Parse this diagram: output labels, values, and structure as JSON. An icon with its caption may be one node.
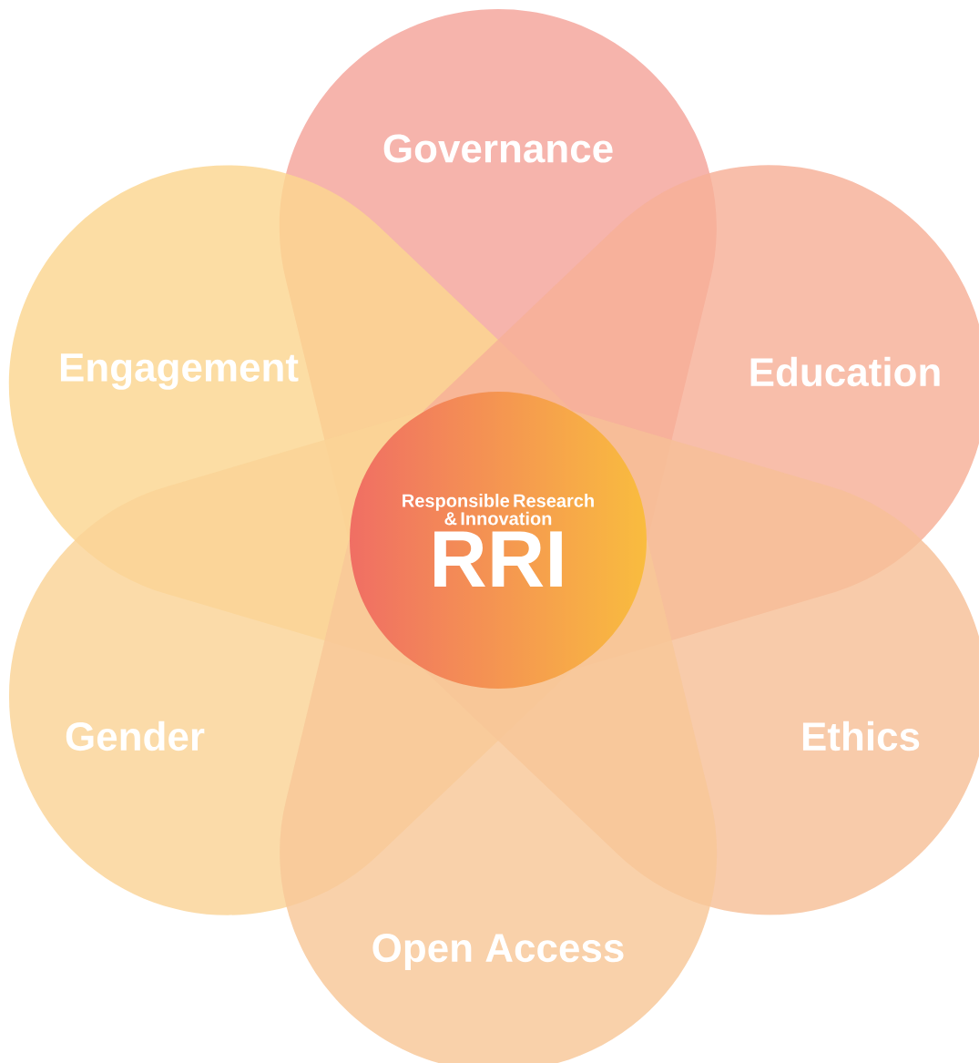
{
  "diagram": {
    "nodes": [
      {
        "text": [
          "Governance"
        ]
      },
      {
        "text": [
          "Engagement"
        ]
      },
      {
        "text": [
          "Education"
        ]
      },
      {
        "text": [
          "Responsible Research & Innovation",
          "RRI"
        ]
      },
      {
        "text": [
          "Gender"
        ]
      },
      {
        "text": [
          "Ethics"
        ]
      },
      {
        "text": [
          "Open Access"
        ]
      }
    ]
  }
}
